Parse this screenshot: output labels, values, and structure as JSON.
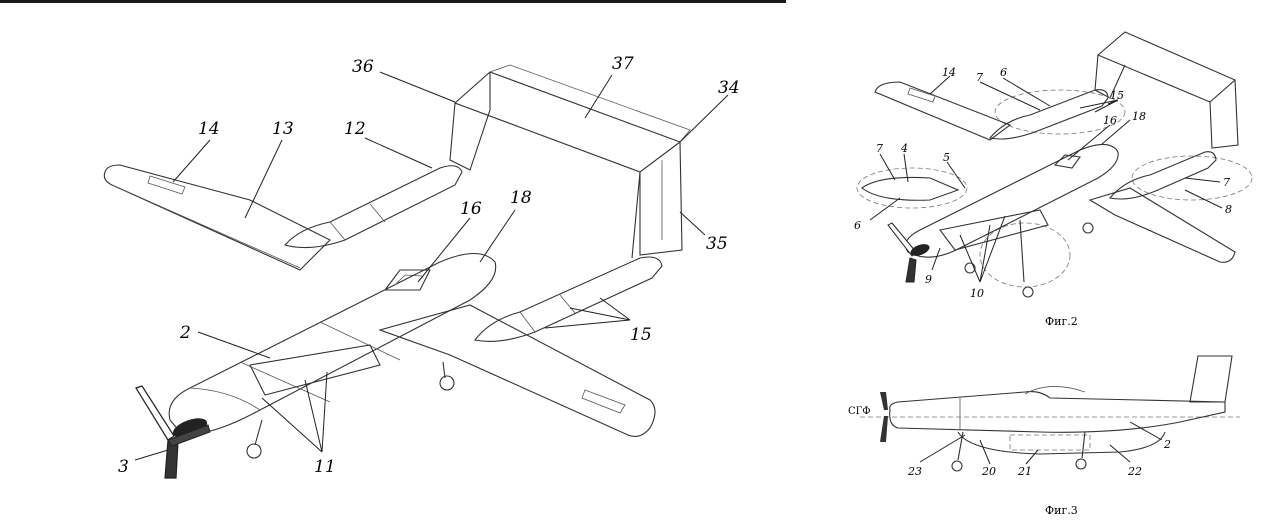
{
  "fig1": {
    "labels": {
      "l36": "36",
      "l37": "37",
      "l34": "34",
      "l14": "14",
      "l13": "13",
      "l12": "12",
      "l16": "16",
      "l18": "18",
      "l35": "35",
      "l2": "2",
      "l15": "15",
      "l3": "3",
      "l11": "11"
    }
  },
  "fig2": {
    "caption": "Фиг.2",
    "labels": {
      "l14": "14",
      "l7a": "7",
      "l6a": "6",
      "l15": "15",
      "l18": "18",
      "l16": "16",
      "l7b": "7",
      "l4": "4",
      "l5": "5",
      "l6b": "6",
      "l7c": "7",
      "l8": "8",
      "l9": "9",
      "l10": "10"
    }
  },
  "fig3": {
    "caption": "Фиг.3",
    "axis_label": "СГФ",
    "labels": {
      "l23": "23",
      "l20": "20",
      "l21": "21",
      "l22": "22",
      "l2": "2"
    }
  }
}
